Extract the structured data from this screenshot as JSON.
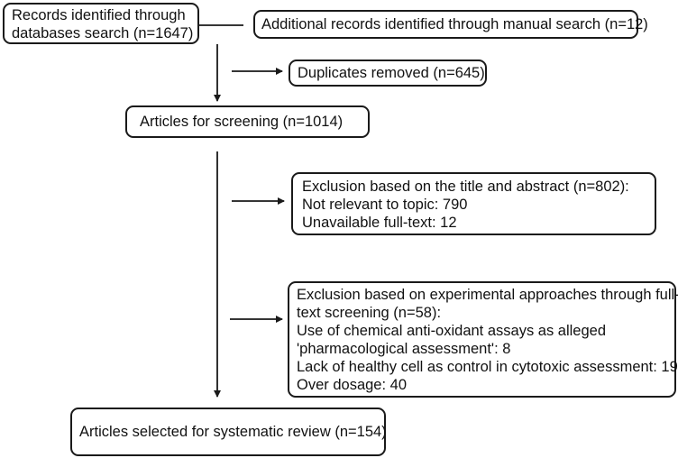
{
  "boxes": {
    "records_db": {
      "lines": [
        "Records identified through",
        "databases search (n=1647)"
      ]
    },
    "records_manual": {
      "lines": [
        "Additional records identified through manual search (n=12)"
      ]
    },
    "duplicates": {
      "lines": [
        "Duplicates removed (n=645)"
      ]
    },
    "screening": {
      "lines": [
        "Articles for screening (n=1014)"
      ]
    },
    "exclusion_title": {
      "lines": [
        "Exclusion based on the title and abstract (n=802):",
        "Not relevant to topic: 790",
        "Unavailable full-text: 12"
      ]
    },
    "exclusion_experimental": {
      "lines": [
        "Exclusion based on experimental approaches through full-",
        "text screening (n=58):",
        "Use of chemical anti-oxidant assays as alleged",
        "'pharmacological assessment': 8",
        "Lack of healthy cell as control in cytotoxic assessment: 19",
        "Over dosage: 40"
      ]
    },
    "selected": {
      "lines": [
        "Articles selected for systematic review (n=154)"
      ]
    }
  }
}
